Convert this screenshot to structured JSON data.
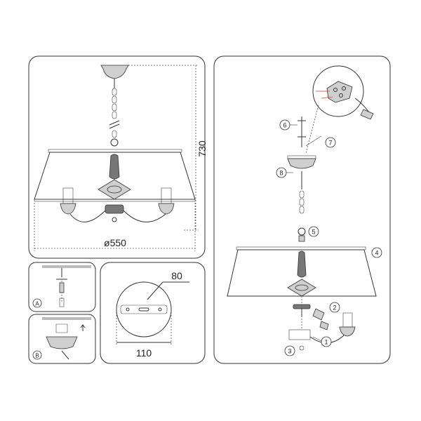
{
  "dimensions": {
    "height": "730",
    "diameter": "ø550",
    "plate_small": "80",
    "plate_large": "110"
  },
  "step_labels": {
    "step_a": "A",
    "step_b": "B",
    "step_1": "1",
    "step_2": "2",
    "step_3": "3",
    "step_4": "4",
    "step_5": "5",
    "step_6": "6",
    "step_7": "7",
    "step_8": "8"
  }
}
